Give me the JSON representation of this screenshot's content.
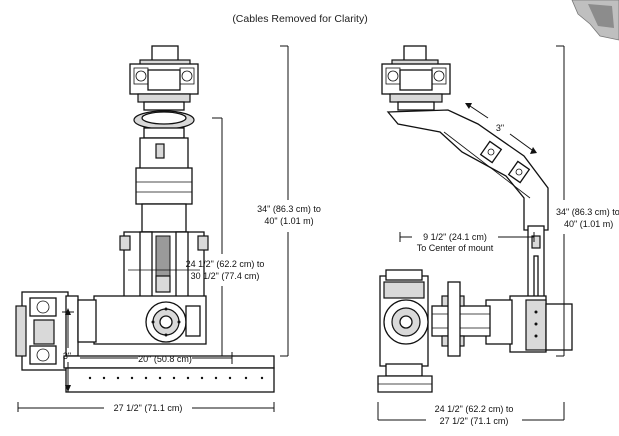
{
  "caption": "(Cables Removed for Clarity)",
  "left_view": {
    "height_range": [
      "34\" (86.3 cm) to",
      "40\" (1.01 m)"
    ],
    "column_range": [
      "24 1/2\" (62.2 cm) to",
      "30 1/2\" (77.4 cm)"
    ],
    "base_length": "20\" (50.8 cm)",
    "side_height": "3\"",
    "total_width": "27 1/2\" (71.1 cm)"
  },
  "right_view": {
    "arm_offset": "3\"",
    "center_offset": [
      "9 1/2\" (24.1 cm)",
      "To Center of mount"
    ],
    "height_range": [
      "34\" (86.3 cm) to",
      "40\" (1.01 m)"
    ],
    "width_range": [
      "24 1/2\" (62.2 cm) to",
      "27 1/2\" (71.1 cm)"
    ]
  },
  "colors": {
    "line": "#111111",
    "fill": "#d9d9d9"
  }
}
